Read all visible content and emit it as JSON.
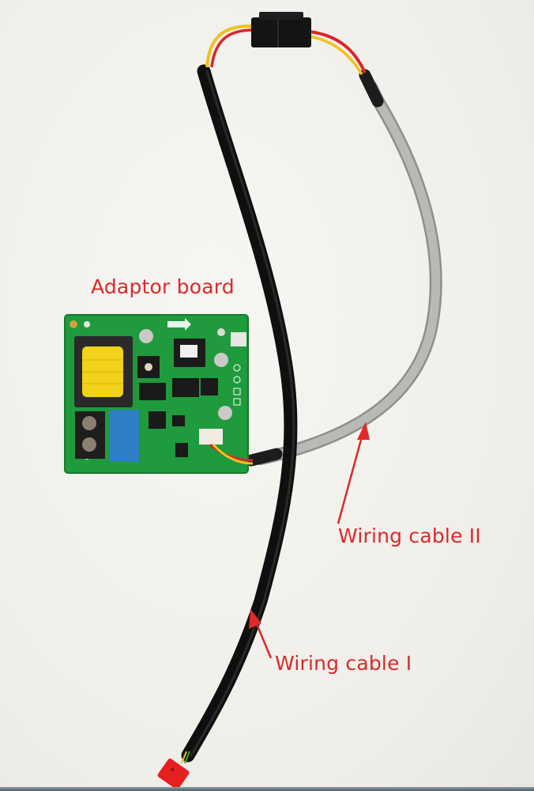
{
  "figure": {
    "description": "Photograph of an adaptor board with two wiring cables, annotated with red labels and arrows",
    "background_color": "#f3f2ee",
    "annotation_color": "#d92a2a"
  },
  "labels": {
    "adaptor_board": "Adaptor board",
    "wiring_cable_2": "Wiring cable II",
    "wiring_cable_1": "Wiring cable I"
  },
  "components": {
    "adaptor_board": {
      "color": "#1f9a3c",
      "name": "Adaptor board"
    },
    "cable_1": {
      "color": "#1a1a1a",
      "name": "Wiring cable I",
      "connector_color": "#e62020"
    },
    "cable_2": {
      "color": "#a9a9a6",
      "name": "Wiring cable II"
    },
    "inline_connector": {
      "color": "#141414"
    },
    "wire_colors": [
      "#f1c21b",
      "#d8262b"
    ]
  }
}
